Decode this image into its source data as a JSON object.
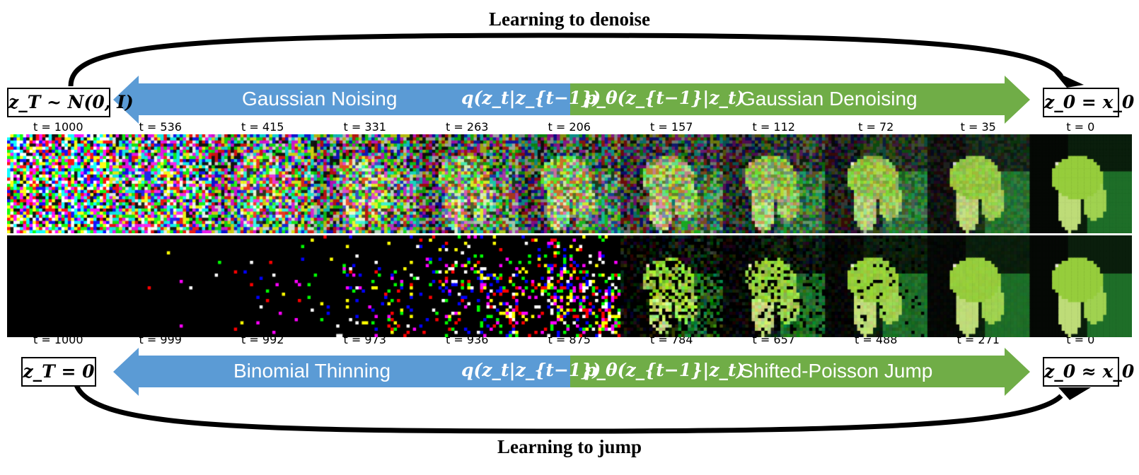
{
  "titles": {
    "top": "Learning to denoise",
    "bottom": "Learning to jump"
  },
  "top_row": {
    "left_node": "z_T ~ N(0, I)",
    "right_node": "z_0 = x_0",
    "forward_label": "Gaussian Noising",
    "forward_math": "q(z_t|z_{t−1})",
    "reverse_math": "p_θ(z_{t−1}|z_t)",
    "reverse_label": "Gaussian Denoising",
    "timesteps": [
      "t = 1000",
      "t = 536",
      "t = 415",
      "t = 331",
      "t = 263",
      "t = 206",
      "t = 157",
      "t = 112",
      "t = 72",
      "t = 35",
      "t = 0"
    ]
  },
  "bottom_row": {
    "left_node": "z_T = 0",
    "right_node": "z_0 ≈ x_0",
    "forward_label": "Binomial Thinning",
    "forward_math": "q(z_t|z_{t−1})",
    "reverse_math": "p_θ(z_{t−1}|z_t)",
    "reverse_label": "Shifted-Poisson Jump",
    "timesteps": [
      "t = 1000",
      "t = 999",
      "t = 992",
      "t = 973",
      "t = 936",
      "t = 875",
      "t = 784",
      "t = 657",
      "t = 488",
      "t = 271",
      "t = 0"
    ]
  },
  "colors": {
    "forward_arrow": "#5b9bd5",
    "reverse_arrow": "#70ad47",
    "frog": "#8fc43a",
    "background": "#000000"
  },
  "icons": {
    "top_loop": "curved-arrow-icon",
    "bottom_loop": "curved-arrow-icon"
  },
  "strip": {
    "noise_levels_top": [
      1.0,
      0.9,
      0.8,
      0.7,
      0.6,
      0.5,
      0.4,
      0.3,
      0.2,
      0.1,
      0.0
    ],
    "visible_fraction_bottom": [
      0.0,
      0.01,
      0.05,
      0.15,
      0.3,
      0.45,
      0.6,
      0.75,
      0.88,
      0.96,
      1.0
    ]
  }
}
